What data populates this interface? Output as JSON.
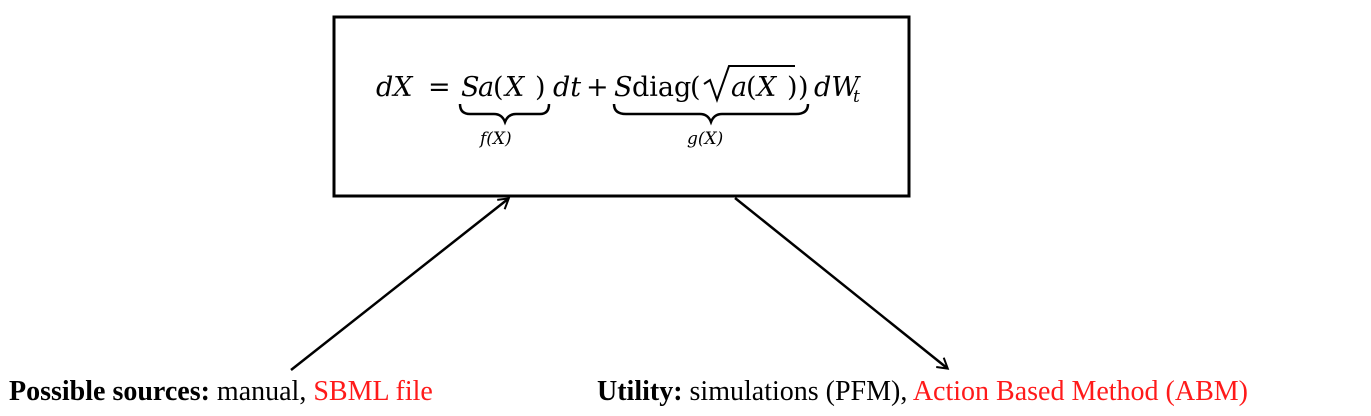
{
  "equation": {
    "lhs": "dX",
    "equals": "=",
    "drift_S": "S",
    "drift_a": "a",
    "drift_paren_open": "(",
    "drift_X": "X",
    "drift_paren_close": ")",
    "dt": "dt",
    "plus": "+",
    "diff_S": "S",
    "diag": "diag",
    "diag_open": "(",
    "sqrt_a": "a",
    "sqrt_open": "(",
    "sqrt_X": "X",
    "sqrt_close": ")",
    "diag_close": ")",
    "dW": "dW",
    "dW_sub": "t",
    "underbrace_drift_label": "f(X)",
    "underbrace_diffusion_label": "g(X)"
  },
  "sources": {
    "label": "Possible sources:",
    "plain": "manual,",
    "highlight": "SBML file"
  },
  "utility": {
    "label": "Utility:",
    "plain": "simulations (PFM),",
    "highlight": "Action Based Method (ABM)"
  },
  "colors": {
    "highlight": "#ff1a1a",
    "ink": "#000000"
  }
}
